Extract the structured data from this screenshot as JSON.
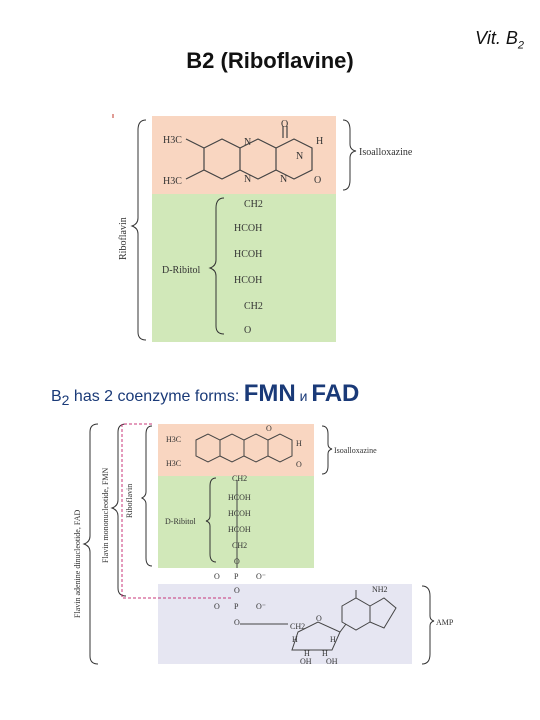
{
  "header": {
    "vit_label": "Vit. B",
    "vit_sub": "2",
    "title": "B2 (Riboflavine)"
  },
  "figure1": {
    "h3c_top": "H3C",
    "h3c_bottom": "H3C",
    "atom_n1": "N",
    "atom_n2": "N",
    "atom_n3": "N",
    "atom_n4": "N",
    "atom_o1": "O",
    "atom_o2": "O",
    "atom_h": "H",
    "isoalloxazine_label": "Isoalloxazine",
    "riboflavin_label": "Riboflavin",
    "ribitol_label": "D-Ribitol",
    "chain": [
      "CH2",
      "HCOH",
      "HCOH",
      "HCOH",
      "CH2",
      "O"
    ],
    "colors": {
      "top": "#f9d6c1",
      "bottom": "#d1e8b9"
    }
  },
  "coenzyme": {
    "prefix": "B",
    "prefix_sub": "2",
    "text": " has 2 coenzyme forms: ",
    "fmn": "FMN",
    "and": " и ",
    "fad": "FAD"
  },
  "figure2": {
    "isoalloxazine_label": "Isoalloxazine",
    "riboflavin_label": "Riboflavin",
    "fmn_label": "Flavin mononucleotide, FMN",
    "fad_label": "Flavin adenine dinucleotide, FAD",
    "ribitol_label": "D-Ribitol",
    "amp_label": "AMP",
    "chain": [
      "CH2",
      "HCOH",
      "HCOH",
      "HCOH",
      "CH2",
      "O"
    ],
    "phosphate": [
      "O",
      "P",
      "O⁻",
      "O",
      "O",
      "P",
      "O⁻",
      "O"
    ],
    "nh2": "NH2",
    "sugar_atoms": [
      "CH2",
      "O",
      "H",
      "H",
      "H",
      "H",
      "OH",
      "OH"
    ],
    "colors": {
      "top": "#f9d6c1",
      "mid": "#d1e8b9",
      "amp": "#e6e6f2",
      "pink": "#c8377a"
    }
  }
}
